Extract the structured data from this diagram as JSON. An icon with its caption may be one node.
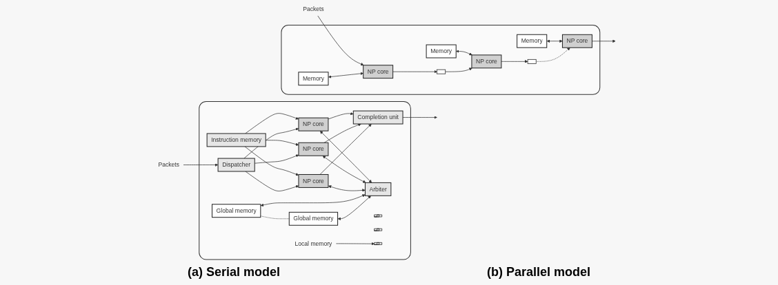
{
  "diagram": {
    "nodes": [
      {
        "text": [],
        "shape": "box"
      },
      {
        "text": [
          "Packets"
        ]
      },
      {
        "text": [
          "Memory"
        ],
        "in": 0
      },
      {
        "text": [
          "Memory"
        ],
        "in": 0
      },
      {
        "text": [
          "Memory"
        ],
        "in": 0
      },
      {
        "text": [
          "NP core"
        ],
        "in": 0
      },
      {
        "text": [
          "NP core"
        ],
        "in": 0
      },
      {
        "text": [
          "NP core"
        ],
        "in": 0
      },
      {
        "text": [],
        "shape": "box",
        "in": 0
      },
      {
        "text": [],
        "shape": "box",
        "in": 0
      },
      {
        "text": [],
        "shape": "box"
      },
      {
        "text": [
          "Completion unit"
        ],
        "in": 10
      },
      {
        "text": [
          "Global memory"
        ],
        "in": 10
      },
      {
        "text": [
          "Global memory"
        ],
        "in": 10
      },
      {
        "text": [
          "Arbiter"
        ],
        "in": 10
      },
      {
        "text": [
          "NP core"
        ],
        "in": 10
      },
      {
        "text": [
          "NP core"
        ],
        "in": 10
      },
      {
        "text": [
          "NP core"
        ],
        "in": 10
      },
      {
        "text": [],
        "shape": "bar",
        "in": 10
      },
      {
        "text": [],
        "shape": "bar",
        "in": 10
      },
      {
        "text": [],
        "shape": "bar",
        "in": 10
      },
      {
        "text": [
          "Local memory"
        ],
        "in": 10
      },
      {
        "text": [
          "Instruction memory"
        ],
        "in": 10
      },
      {
        "text": [
          "Dispatcher"
        ],
        "in": 10
      },
      {
        "text": [
          "Packets"
        ]
      }
    ],
    "edges": [
      {
        "from": 1,
        "to": 5,
        "arrow": "to"
      },
      {
        "from": 2,
        "to": 5,
        "arrow": "both"
      },
      {
        "from": 3,
        "to": 6,
        "arrow": "both"
      },
      {
        "from": 4,
        "to": 7,
        "arrow": "both"
      },
      {
        "from": 5,
        "to": 8,
        "arrow": "to"
      },
      {
        "from": 8,
        "to": 6,
        "arrow": "to"
      },
      {
        "from": 6,
        "to": 9,
        "arrow": "to"
      },
      {
        "from": 9,
        "to": 7,
        "arrow": "to",
        "style": "dashed"
      },
      {
        "from": 7,
        "to": null,
        "arrow": "to"
      },
      {
        "from": 22,
        "to": 15,
        "arrow": "to"
      },
      {
        "from": 22,
        "to": 16,
        "arrow": "to"
      },
      {
        "from": 22,
        "to": 17,
        "arrow": "to"
      },
      {
        "from": 24,
        "to": 23,
        "arrow": "to"
      },
      {
        "from": 23,
        "to": 15,
        "arrow": "to"
      },
      {
        "from": 23,
        "to": 16,
        "arrow": "to"
      },
      {
        "from": 23,
        "to": 17,
        "arrow": "to"
      },
      {
        "from": 15,
        "to": 14,
        "arrow": "both"
      },
      {
        "from": 16,
        "to": 14,
        "arrow": "both"
      },
      {
        "from": 17,
        "to": 14,
        "arrow": "both"
      },
      {
        "from": 12,
        "to": 14,
        "arrow": "both"
      },
      {
        "from": 13,
        "to": 14,
        "arrow": "both"
      },
      {
        "from": 12,
        "to": 13,
        "arrow": "none",
        "style": "dashed"
      },
      {
        "from": 15,
        "to": 11,
        "arrow": "to"
      },
      {
        "from": 16,
        "to": 11,
        "arrow": "to"
      },
      {
        "from": 17,
        "to": 11,
        "arrow": "to"
      },
      {
        "from": 11,
        "to": null,
        "arrow": "to"
      },
      {
        "from": 21,
        "to": 20,
        "arrow": "to"
      }
    ],
    "labels": [
      "(a) Serial model",
      "(b) Parallel model"
    ]
  }
}
